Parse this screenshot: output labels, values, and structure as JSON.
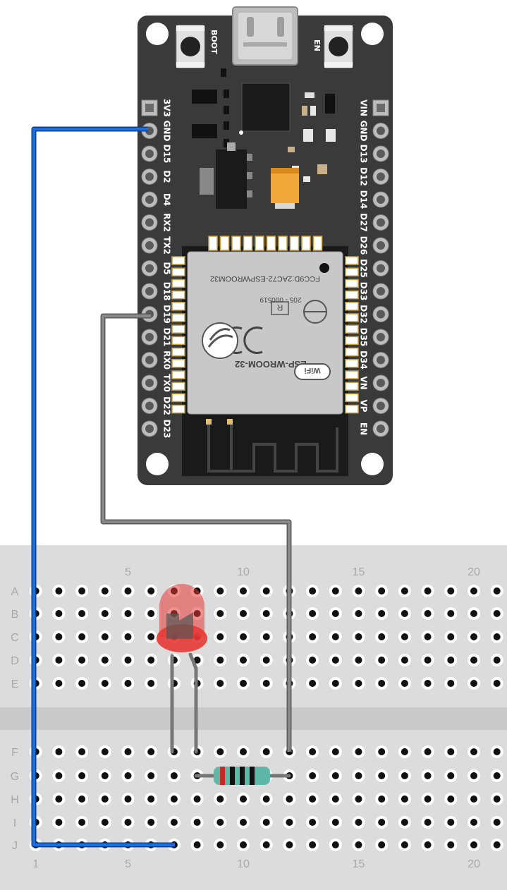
{
  "board": {
    "module_name": "ESP-WROOM-32",
    "fcc_text": "FCC9D:2AC72-ESPWROOM32",
    "cert_number": "205 - 000519",
    "boot_label": "BOOT",
    "en_label": "EN",
    "left_pins": [
      "3V3",
      "GND",
      "D15",
      "D2",
      "D4",
      "RX2",
      "TX2",
      "D5",
      "D18",
      "D19",
      "D21",
      "RX0",
      "TX0",
      "D22",
      "D23"
    ],
    "right_pins": [
      "VIN",
      "GND",
      "D13",
      "D12",
      "D14",
      "D27",
      "D26",
      "D25",
      "D33",
      "D32",
      "D35",
      "D34",
      "VN",
      "VP",
      "EN"
    ]
  },
  "breadboard": {
    "top_rows": [
      "A",
      "B",
      "C",
      "D",
      "E"
    ],
    "bottom_rows": [
      "F",
      "G",
      "H",
      "I",
      "J"
    ],
    "top_numbers": [
      "5",
      "10",
      "15",
      "20"
    ],
    "bottom_numbers": [
      "1",
      "5",
      "10",
      "15",
      "20"
    ]
  },
  "components": {
    "led_color": "#e53935",
    "resistor_bands": [
      "#c62828",
      "#111111",
      "#111111",
      "#111111"
    ]
  },
  "wires": {
    "gnd_color": "#1e6fd9",
    "signal_color": "#8a8a8a"
  }
}
